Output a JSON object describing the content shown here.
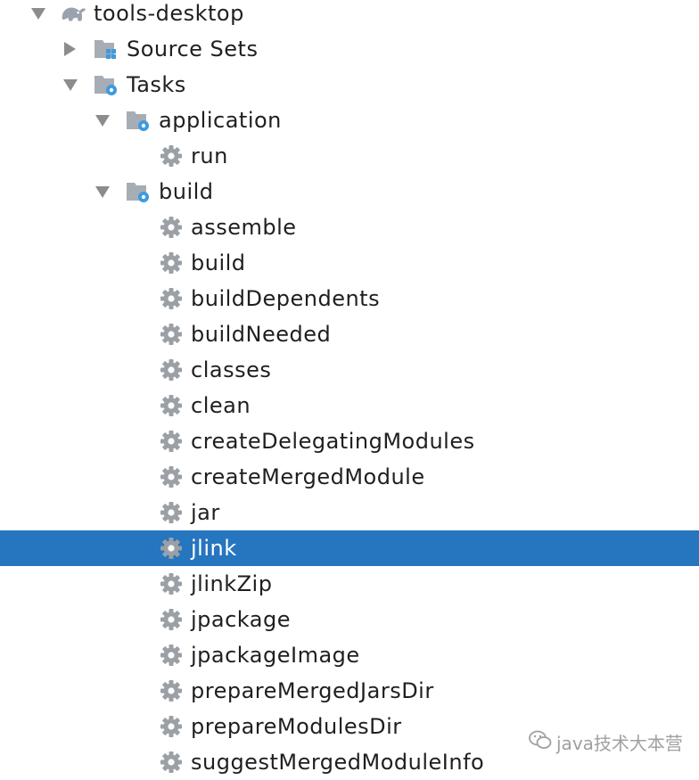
{
  "tree": {
    "root": {
      "label": "tools-desktop",
      "expanded": true,
      "icon": "gradle-elephant-icon"
    },
    "source_sets": {
      "label": "Source Sets",
      "expanded": false,
      "icon": "source-sets-folder-icon"
    },
    "tasks": {
      "label": "Tasks",
      "expanded": true,
      "icon": "tasks-folder-icon"
    },
    "application": {
      "label": "application",
      "expanded": true,
      "icon": "task-group-folder-icon"
    },
    "application_tasks": [
      "run"
    ],
    "build": {
      "label": "build",
      "expanded": true,
      "icon": "task-group-folder-icon"
    },
    "build_tasks": [
      "assemble",
      "build",
      "buildDependents",
      "buildNeeded",
      "classes",
      "clean",
      "createDelegatingModules",
      "createMergedModule",
      "jar",
      "jlink",
      "jlinkZip",
      "jpackage",
      "jpackageImage",
      "prepareMergedJarsDir",
      "prepareModulesDir",
      "suggestMergedModuleInfo"
    ],
    "selected_task": "jlink",
    "task_icon": "gear-icon"
  },
  "watermark": {
    "text": "java技术大本营",
    "icon": "wechat-icon"
  },
  "colors": {
    "selection": "#2675bf",
    "text": "#1f1f1f",
    "arrow": "#8c8c8c",
    "gear": "#9aa0a6",
    "folder": "#a7adb4",
    "accent_blue": "#3d9ae0"
  }
}
